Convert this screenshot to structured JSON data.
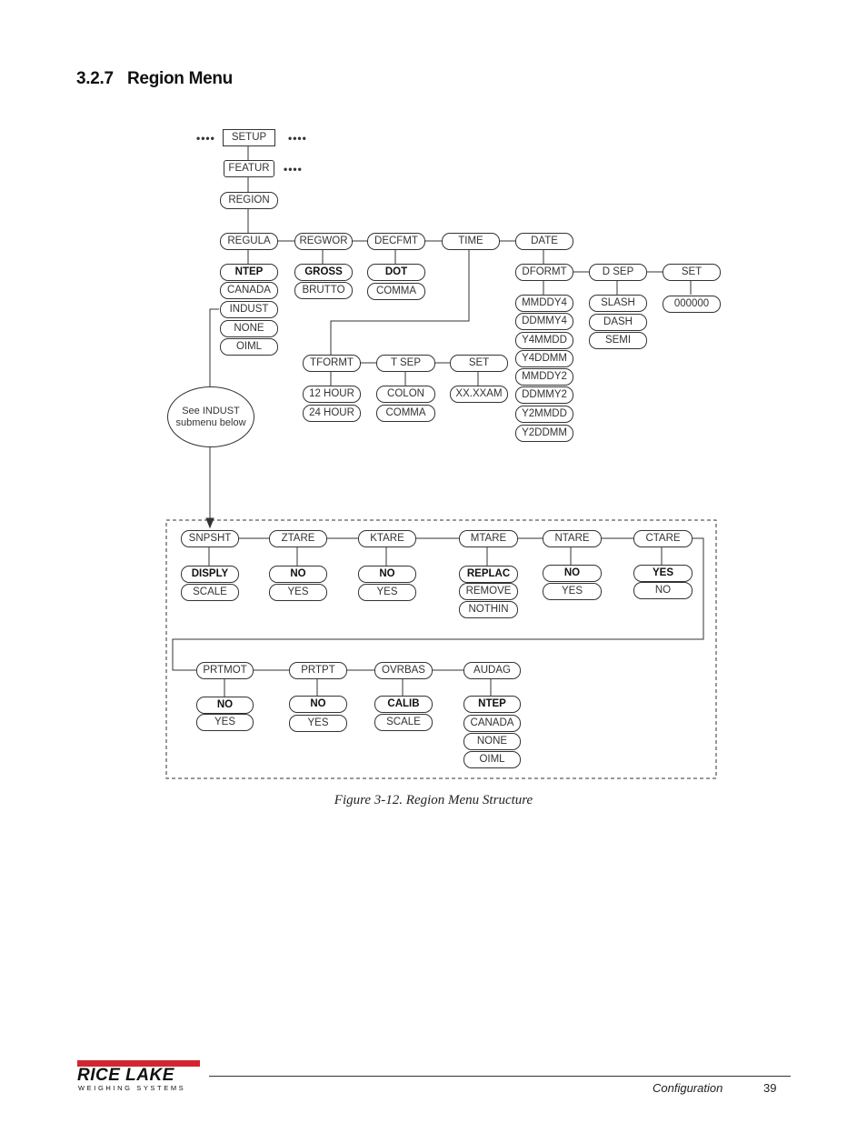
{
  "heading": {
    "number": "3.2.7",
    "title": "Region Menu"
  },
  "menu": {
    "setup": "SETUP",
    "featur": "FEATUR",
    "region": "REGION",
    "continuation": "••••",
    "regula": {
      "label": "REGULA",
      "options": [
        "NTEP",
        "CANADA",
        "INDUST",
        "NONE",
        "OIML"
      ]
    },
    "regwor": {
      "label": "REGWOR",
      "options": [
        "GROSS",
        "BRUTTO"
      ]
    },
    "decfmt": {
      "label": "DECFMT",
      "options": [
        "DOT",
        "COMMA"
      ]
    },
    "time": "TIME",
    "date": "DATE",
    "dformt": {
      "label": "DFORMT",
      "options": [
        "MMDDY4",
        "DDMMY4",
        "Y4MMDD",
        "Y4DDMM",
        "MMDDY2",
        "DDMMY2",
        "Y2MMDD",
        "Y2DDMM"
      ]
    },
    "dsep": {
      "label": "D SEP",
      "options": [
        "SLASH",
        "DASH",
        "SEMI"
      ]
    },
    "dset": {
      "label": "SET",
      "options": [
        "000000"
      ]
    },
    "tformt": {
      "label": "TFORMT",
      "options": [
        "12 HOUR",
        "24 HOUR"
      ]
    },
    "tsep": {
      "label": "T SEP",
      "options": [
        "COLON",
        "COMMA"
      ]
    },
    "tset": {
      "label": "SET",
      "options": [
        "XX.XXAM"
      ]
    },
    "indust_note": [
      "See INDUST",
      "submenu below"
    ]
  },
  "indust": {
    "row1": [
      {
        "label": "SNPSHT",
        "options": [
          "DISPLY",
          "SCALE"
        ]
      },
      {
        "label": "ZTARE",
        "options": [
          "NO",
          "YES"
        ]
      },
      {
        "label": "KTARE",
        "options": [
          "NO",
          "YES"
        ]
      },
      {
        "label": "MTARE",
        "options": [
          "REPLAC",
          "REMOVE",
          "NOTHIN"
        ]
      },
      {
        "label": "NTARE",
        "options": [
          "NO",
          "YES"
        ]
      },
      {
        "label": "CTARE",
        "options": [
          "YES",
          "NO"
        ]
      }
    ],
    "row2": [
      {
        "label": "PRTMOT",
        "options": [
          "NO",
          "YES"
        ]
      },
      {
        "label": "PRTPT",
        "options": [
          "NO",
          "YES"
        ]
      },
      {
        "label": "OVRBAS",
        "options": [
          "CALIB",
          "SCALE"
        ]
      },
      {
        "label": "AUDAG",
        "options": [
          "NTEP",
          "CANADA",
          "NONE",
          "OIML"
        ]
      }
    ]
  },
  "caption": "Figure 3-12. Region Menu Structure",
  "logo": {
    "main": "RICE LAKE",
    "sub": "WEIGHING SYSTEMS",
    "brand_color": "#d22630"
  },
  "footer": {
    "section": "Configuration",
    "page": "39"
  }
}
